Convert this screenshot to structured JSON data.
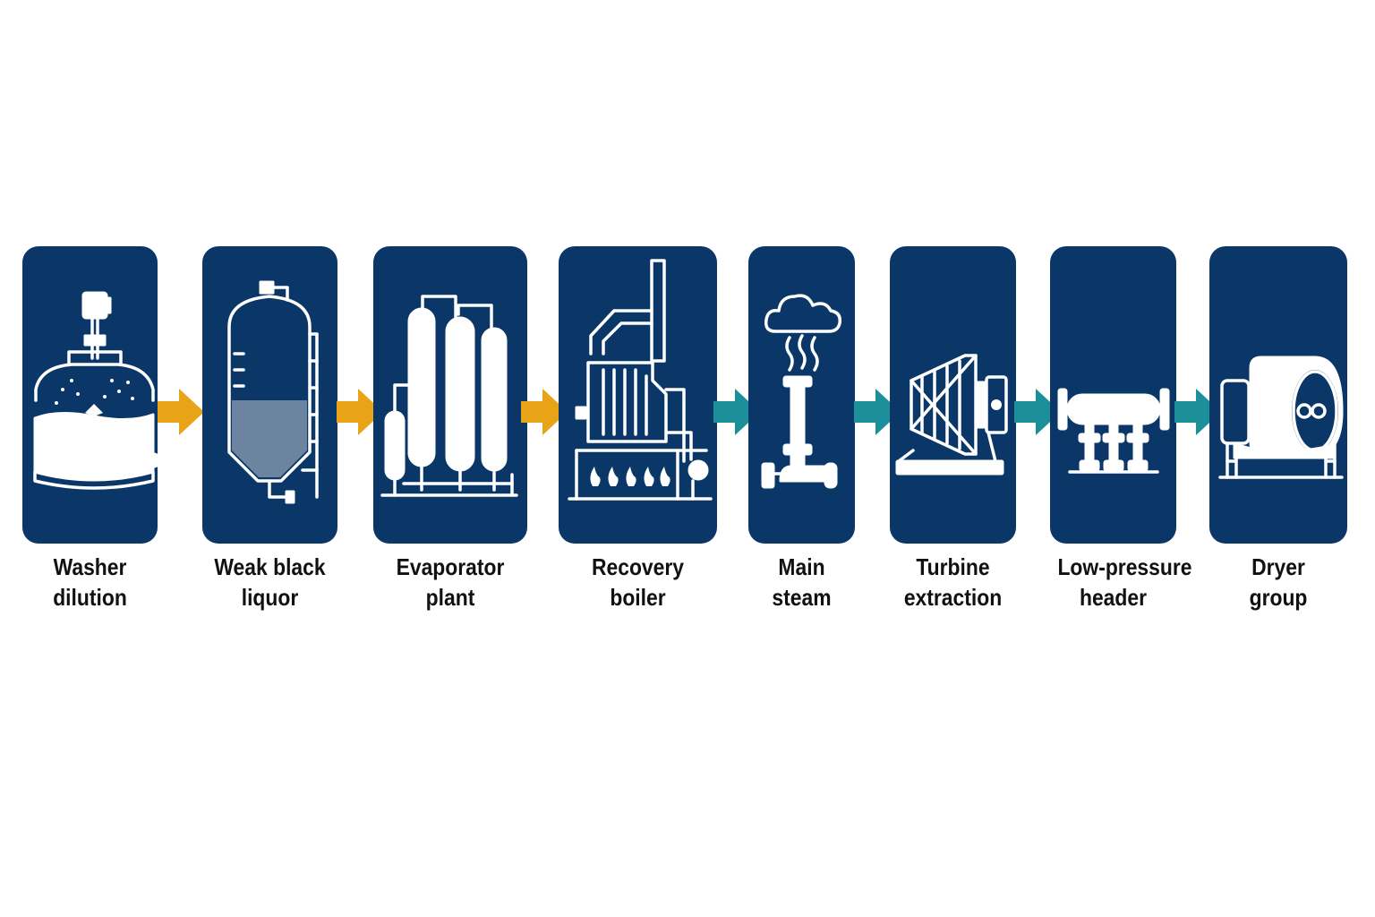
{
  "stages": [
    {
      "line1": "Washer",
      "line2": "dilution"
    },
    {
      "line1": "Weak black",
      "line2": "liquor"
    },
    {
      "line1": "Evaporator",
      "line2": "plant"
    },
    {
      "line1": "Recovery",
      "line2": "boiler"
    },
    {
      "line1": "Main",
      "line2": "steam"
    },
    {
      "line1": "Turbine",
      "line2": "extraction"
    },
    {
      "line1": "Low-pressure",
      "line2": "header"
    },
    {
      "line1": "Dryer",
      "line2": "group"
    }
  ],
  "colors": {
    "card": "#0b3668",
    "liquor_arrow": "#e8a317",
    "steam_arrow": "#1b8f9a",
    "label": "#111111"
  },
  "icons": [
    "washer-tank-icon",
    "liquor-tank-icon",
    "evaporator-icon",
    "recovery-boiler-icon",
    "steam-icon",
    "turbine-icon",
    "header-manifold-icon",
    "dryer-cylinder-icon"
  ]
}
